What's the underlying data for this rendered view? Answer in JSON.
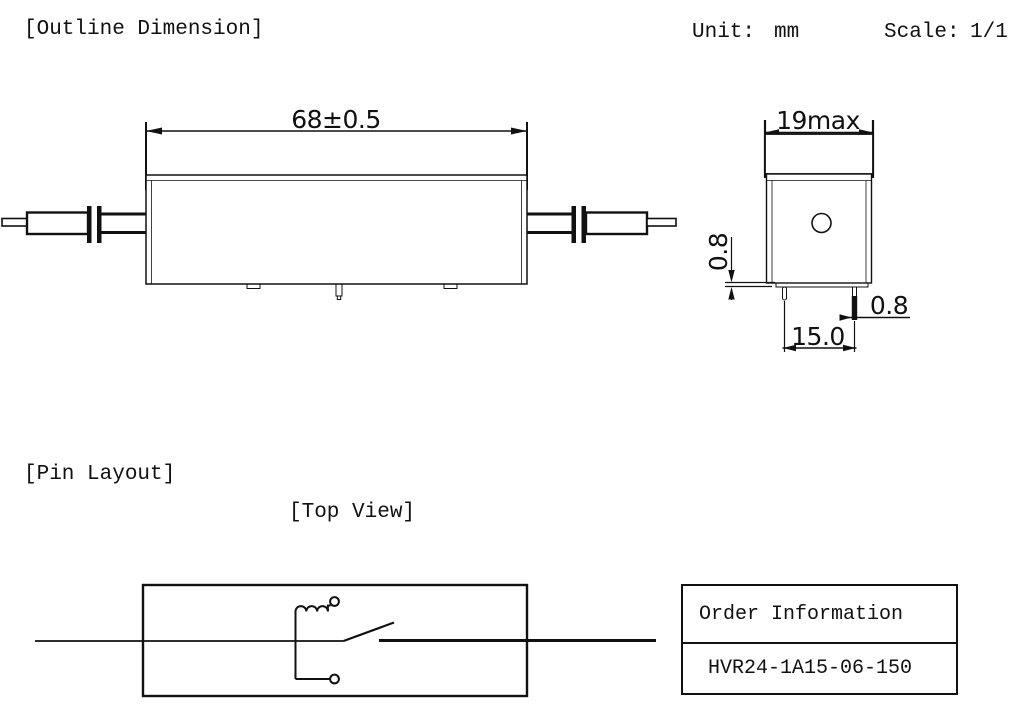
{
  "page": {
    "title": "[Outline Dimension]",
    "unit_label": "Unit:",
    "unit_value": "mm",
    "scale_label": "Scale:",
    "scale_value": "1/1"
  },
  "outline": {
    "side_view": {
      "width_dim": "68±0.5"
    },
    "end_view": {
      "width_dim": "19max",
      "pin_exit_dim": "0.8",
      "pin_dia_dim": "0.8",
      "pin_pitch_dim": "15.0"
    }
  },
  "pin_layout": {
    "section_label": "[Pin Layout]",
    "view_label": "[Top View]"
  },
  "order_info": {
    "header": "Order Information",
    "part_number": "HVR24-1A15-06-150"
  },
  "colors": {
    "ink": "#111111",
    "paper": "#ffffff"
  }
}
